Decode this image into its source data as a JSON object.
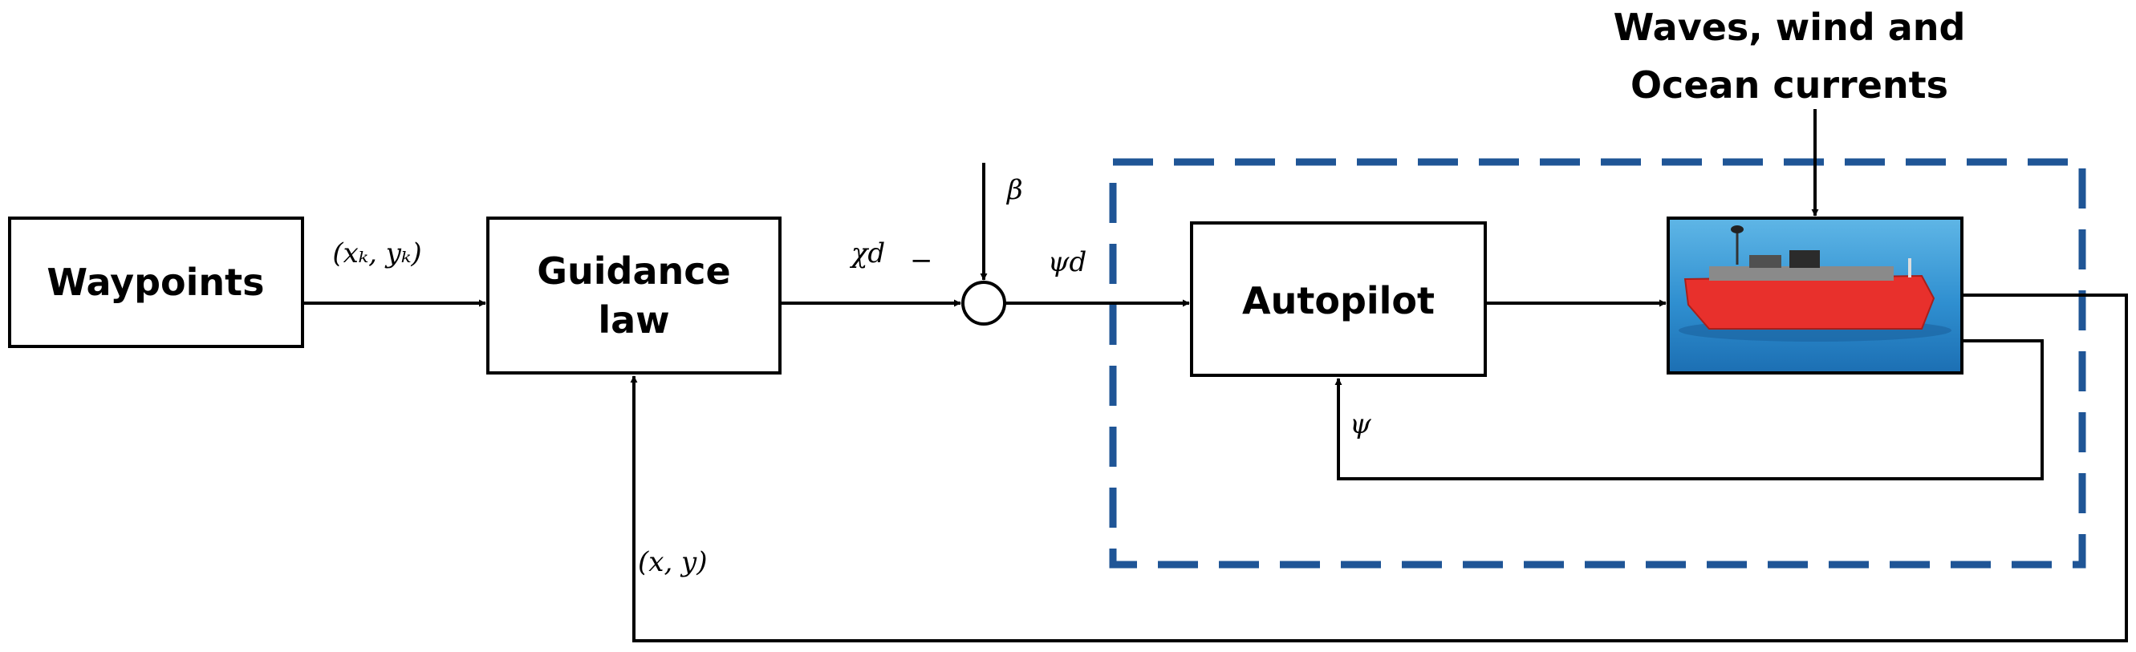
{
  "blocks": {
    "waypoints": "Waypoints",
    "guidance_line1": "Guidance",
    "guidance_line2": "law",
    "autopilot": "Autopilot"
  },
  "disturbance": {
    "line1": "Waves, wind and",
    "line2": "Ocean currents"
  },
  "signals": {
    "waypoint_coords": "(xₖ, yₖ)",
    "chi_d": "χd",
    "beta": "β",
    "minus": "−",
    "psi_d": "ψd",
    "psi": "ψ",
    "position": "(x, y)"
  },
  "vessel": {
    "icon": "boat-photo-icon",
    "hull_color": "#e8302c",
    "water_color": "#2f8fd0"
  },
  "colors": {
    "dashed_boundary": "#1f5596"
  }
}
